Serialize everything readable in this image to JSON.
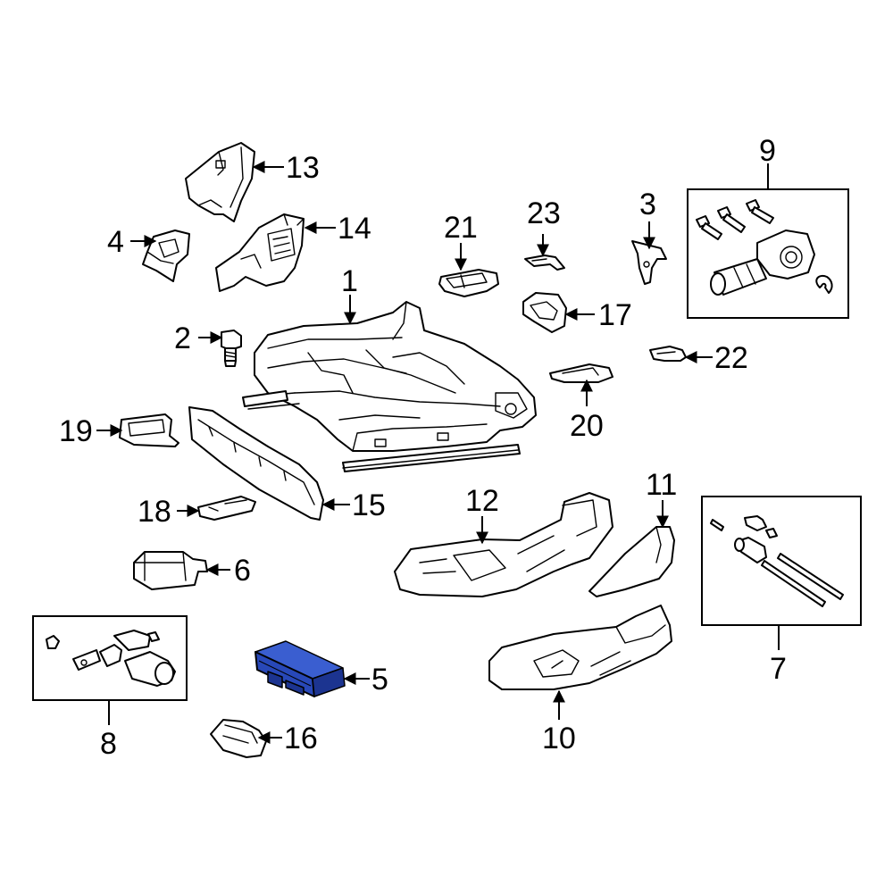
{
  "highlight_color": "#2848b8",
  "callouts": {
    "c1": "1",
    "c2": "2",
    "c3": "3",
    "c4": "4",
    "c5": "5",
    "c6": "6",
    "c7": "7",
    "c8": "8",
    "c9": "9",
    "c10": "10",
    "c11": "11",
    "c12": "12",
    "c13": "13",
    "c14": "14",
    "c15": "15",
    "c16": "16",
    "c17": "17",
    "c18": "18",
    "c19": "19",
    "c20": "20",
    "c21": "21",
    "c22": "22",
    "c23": "23"
  },
  "highlighted_callout": "5"
}
